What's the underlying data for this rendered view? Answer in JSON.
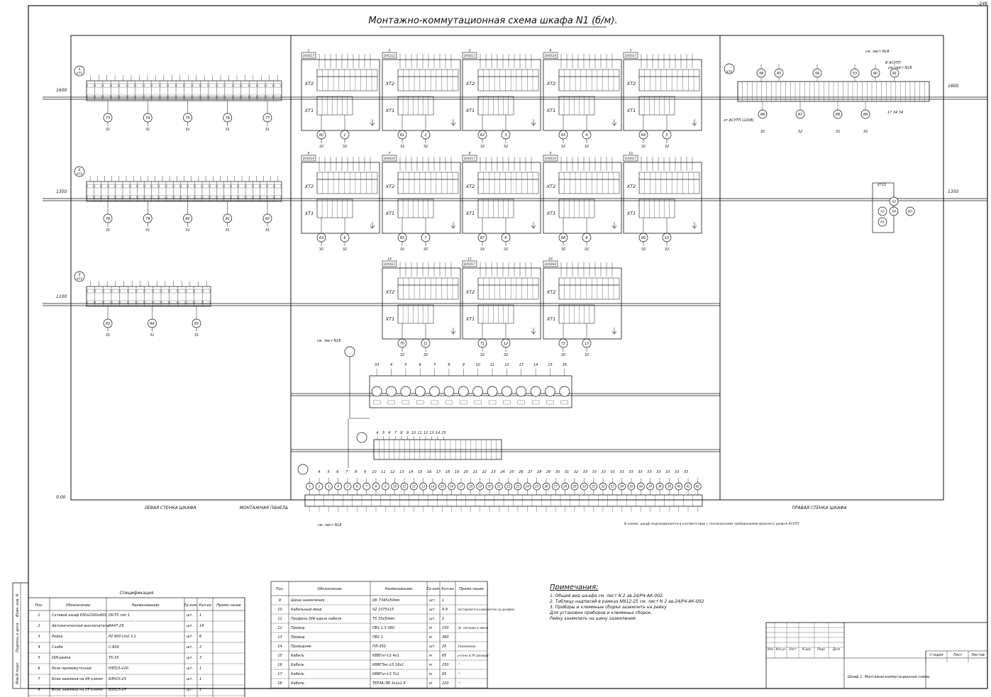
{
  "title": "Монтажно-коммутационная схема шкафа N1 (б/м).",
  "sheet_corner": "-249",
  "walls": {
    "left": "ЛЕВАЯ СТЕНКА ШКАФА",
    "panel": "МОНТАЖНАЯ ПАНЕЛЬ",
    "right": "ПРАВАЯ СТЕНКА ШКАФА"
  },
  "levels": [
    "1600",
    "1350",
    "1100",
    "0.00"
  ],
  "level_right": [
    "1600",
    "1350"
  ],
  "left_strips": [
    {
      "ref": "XT1",
      "pos": "1"
    },
    {
      "ref": "XT2",
      "pos": "2"
    },
    {
      "ref": "XT3",
      "pos": "3"
    }
  ],
  "left_terms": [
    [
      "73",
      "74",
      "75",
      "76",
      "77"
    ],
    [
      "78",
      "79",
      "80",
      "81",
      "82"
    ],
    [
      "83",
      "84",
      "85"
    ]
  ],
  "left_terms_sub": "31",
  "modules": [
    {
      "pos": "1",
      "ref": "DA5617",
      "nodes": [
        "60",
        "1"
      ]
    },
    {
      "pos": "2",
      "ref": "DA5312",
      "nodes": [
        "61",
        "2"
      ]
    },
    {
      "pos": "3",
      "ref": "DA5613",
      "nodes": [
        "62",
        "3"
      ]
    },
    {
      "pos": "4",
      "ref": "DA5618",
      "nodes": [
        "63",
        "4"
      ]
    },
    {
      "pos": "5",
      "ref": "DA5617",
      "nodes": [
        "64",
        "5"
      ]
    },
    {
      "pos": "6",
      "ref": "DA5616",
      "nodes": [
        "63",
        "6"
      ]
    },
    {
      "pos": "7",
      "ref": "DA5616",
      "nodes": [
        "65",
        "7"
      ]
    },
    {
      "pos": "8",
      "ref": "DA5617",
      "nodes": [
        "67",
        "8"
      ]
    },
    {
      "pos": "9",
      "ref": "DA5616",
      "nodes": [
        "68",
        "8"
      ]
    },
    {
      "pos": "10",
      "ref": "DA5617",
      "nodes": [
        "69",
        "10"
      ]
    },
    {
      "pos": "14",
      "ref": "DA5923",
      "nodes": [
        "70",
        "11"
      ]
    },
    {
      "pos": "15",
      "ref": "DA5917",
      "nodes": [
        "71",
        "12"
      ]
    },
    {
      "pos": "16",
      "ref": "DA5830",
      "nodes": [
        "72",
        "13"
      ]
    }
  ],
  "module_strip_labels": {
    "top": "XT2",
    "bottom": "XT1"
  },
  "module_sub": "32",
  "mid_block_nums": [
    "33",
    "4",
    "5",
    "6",
    "7",
    "8",
    "9",
    "10",
    "11",
    "12",
    "13",
    "14",
    "15",
    "16"
  ],
  "mid_block2_nums": [
    "4",
    "5",
    "6",
    "7",
    "8",
    "9",
    "10",
    "11",
    "12",
    "13",
    "14",
    "15"
  ],
  "bottom_strip_nums": [
    "4",
    "5",
    "6",
    "7",
    "8",
    "9",
    "10",
    "11",
    "12",
    "13",
    "14",
    "15",
    "16",
    "17",
    "18",
    "19",
    "20",
    "21",
    "22",
    "23",
    "24",
    "25",
    "26",
    "27",
    "28",
    "29",
    "30",
    "31",
    "32",
    "33",
    "33",
    "33",
    "33",
    "33",
    "33",
    "33",
    "33",
    "33",
    "33",
    "33",
    "33"
  ],
  "bottom_strip_circles": [
    "1",
    "2",
    "3",
    "4",
    "5",
    "6",
    "7",
    "8",
    "9",
    "10",
    "11",
    "12",
    "13",
    "14",
    "15",
    "16",
    "17",
    "18",
    "19",
    "20",
    "21",
    "22",
    "23",
    "24",
    "25",
    "26",
    "27",
    "28",
    "29",
    "30",
    "31",
    "32",
    "33",
    "34",
    "35",
    "36",
    "37",
    "38",
    "39",
    "40",
    "41",
    "42"
  ],
  "right_strip": {
    "ref": "XT5",
    "top_nodes": [
      "38",
      "40",
      "56",
      "53",
      "90",
      "91"
    ],
    "bottom_nodes": [
      "86",
      "87",
      "88",
      "89"
    ],
    "sub": "32",
    "notes": [
      "см. лист N18",
      "В АСУТП",
      "см. лист N18",
      "от АСУТП (220В)"
    ],
    "ends": [
      "17",
      "34",
      "34"
    ]
  },
  "right_riser": {
    "nodes": [
      "A2",
      "A3",
      "A1",
      "A4",
      "N1"
    ],
    "labels": [
      "XT-22",
      "XT-22"
    ]
  },
  "callouts": [
    "1",
    "2",
    "3",
    "4",
    "5",
    "6",
    "7",
    "8",
    "9",
    "10",
    "11",
    "12",
    "13",
    "14",
    "15",
    "16",
    "17",
    "18",
    "19"
  ],
  "note_sheet": "см. лист N18",
  "note_sheet2": "см. лист N18",
  "note_cross": "В клемм. шкаф подсоединяется в соответствии с техническими требованиями верхнего уровня АСУТП",
  "spec": {
    "title": "Спецификация",
    "headers": [
      "Поз.",
      "Обозначение",
      "Наименование",
      "Ед изм.",
      "Кол-во",
      "Приме-чание"
    ],
    "rows": [
      [
        "1",
        "Сетевой шкаф 650х2000х600",
        "DK-TS тип 1",
        "шт.",
        "1",
        ""
      ],
      [
        "2",
        "Автоматический выключатель",
        "ВА47-29",
        "шт.",
        "14",
        ""
      ],
      [
        "3",
        "Рейка",
        "PZ 600 Unit 3.1",
        "шт.",
        "6",
        ""
      ],
      [
        "4",
        "Скоба",
        "С-800",
        "шт.",
        "2",
        ""
      ],
      [
        "5",
        "DIN-рейка",
        "TS-35",
        "шт.",
        "3",
        ""
      ],
      [
        "6",
        "Реле промежуточное",
        "РЭП15-220",
        "шт.",
        "1",
        ""
      ],
      [
        "7",
        "Блок зажимов на 49 клемм",
        "БЗН15-25",
        "шт.",
        "1",
        ""
      ],
      [
        "8",
        "Блок зажимов на 25 клемм",
        "БЗН15-25",
        "шт.",
        "1",
        ""
      ]
    ]
  },
  "spec2": {
    "headers": [
      "Поз.",
      "Обозначение",
      "Наименование",
      "Ед изм.",
      "Кол-во",
      "Приме-чание"
    ],
    "rows": [
      [
        "9",
        "Шина заземления",
        "DK 7345х50мм",
        "шт.",
        "1",
        ""
      ],
      [
        "10",
        "Кабельный ввод",
        "SZ 1075х15",
        "шт.",
        "4.9",
        "поставляется комплектно со шкафом"
      ],
      [
        "11",
        "Профиль DIN вдоль кабеля",
        "TS 15х50мм",
        "шт.",
        "2",
        ""
      ],
      [
        "12",
        "Провод",
        "ПВ1 1.5 380",
        "м",
        "150",
        "Эл. питание и земля"
      ],
      [
        "13",
        "Провод",
        "ПВ1 1",
        "м",
        "360",
        ""
      ],
      [
        "14",
        "Проводник",
        "ПЛ-350",
        "шт.",
        "25",
        "Заземление"
      ],
      [
        "15",
        "Кабель",
        "КВВГнг-LS 4х1",
        "м",
        "65",
        "учтено в ТК (резерв)"
      ],
      [
        "16",
        "Кабель",
        "КВВГЭнг-LS 16х1",
        "м",
        "250",
        "-\"-"
      ],
      [
        "17",
        "Кабель",
        "КВВГнг-LS 7х1",
        "м",
        "65",
        "-\"-"
      ],
      [
        "18",
        "Кабель",
        "ТЕРЗА-ЛВ 3х1х1.5",
        "м",
        "220",
        "-\"-"
      ]
    ]
  },
  "side_stamp": [
    "Инв.N подл.",
    "Подпись и дата",
    "Взам. инв. N"
  ],
  "notes": {
    "heading": "Примечания:",
    "lines": [
      "1. Общий вид шкафа см. лист N 2 ав.24/Р4-АК-002.",
      "2. Таблицу надписей в рамках NN12-25 см. лист N 2 ав.24/Р4-АК-002",
      "3. Приборы и клеммные сборки заземлить на рейку",
      "   Для установки приборов и клеммных сборок.",
      "   Рейку заземлить на шину заземления."
    ]
  },
  "stamp": {
    "cols": [
      "Изм",
      "Кол.уч",
      "Лист",
      "N док",
      "Подп.",
      "Дата"
    ],
    "stage_headers": [
      "Стадия",
      "Лист",
      "Листов"
    ],
    "caption": "Шкаф 1. Монтажно-коммутационная схема."
  },
  "colors": {
    "ink": "#111111",
    "paper": "#ffffff"
  }
}
